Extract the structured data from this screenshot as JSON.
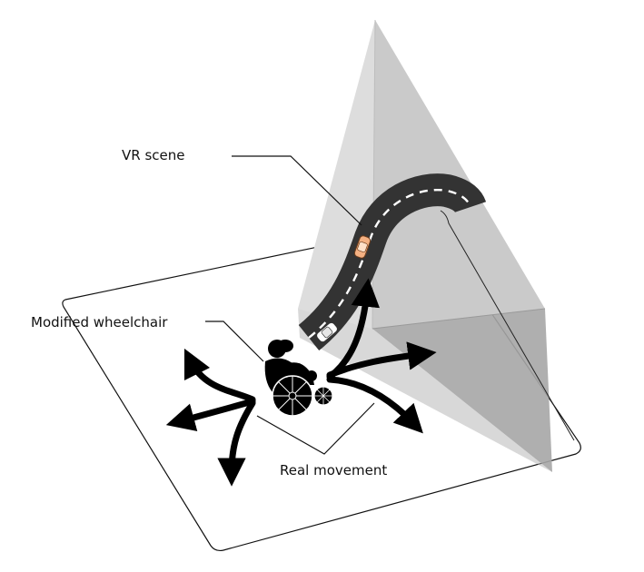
{
  "labels": {
    "vr_scene": "VR scene",
    "wheelchair": "Modified wheelchair",
    "movement": "Real movement"
  },
  "colors": {
    "floor_stroke": "#111111",
    "pyramid_light": "#d9d9d9",
    "pyramid_mid": "#c6c6c6",
    "pyramid_dark": "#a3a3a3",
    "road": "#333333",
    "road_dash": "#ffffff",
    "arrow": "#000000",
    "car_orange": "#f4b183",
    "car_white": "#ffffff"
  },
  "icons": [
    "wheelchair-user-icon",
    "orange-car-icon",
    "white-car-icon"
  ]
}
